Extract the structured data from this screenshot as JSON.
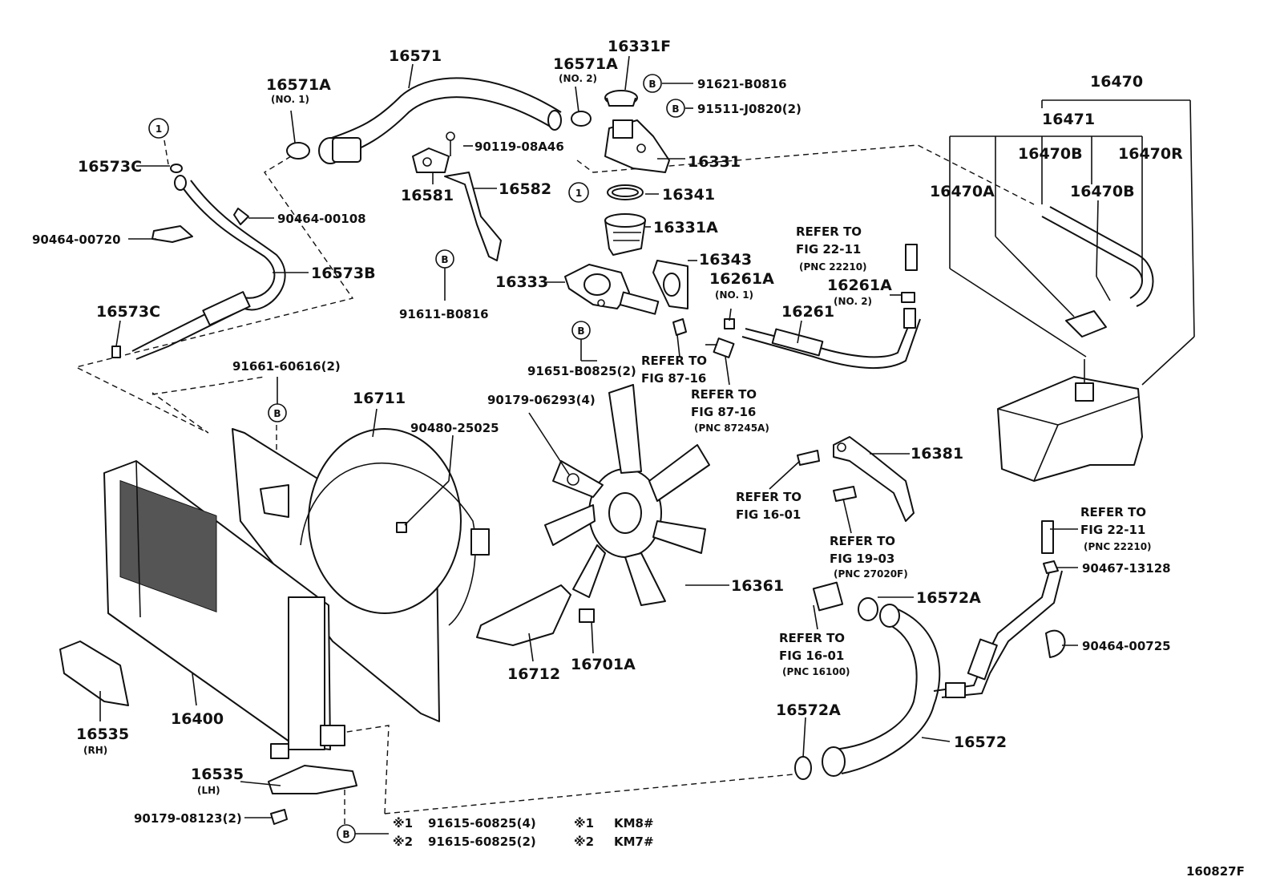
{
  "figure_code": "160827F",
  "labels": {
    "p16571": "16571",
    "p16571A_1": "16571A",
    "p16571A_1_sub": "(NO. 1)",
    "p16571A_2": "16571A",
    "p16571A_2_sub": "(NO. 2)",
    "p16331F": "16331F",
    "p91621": "91621-B0816",
    "p91511": "91511-J0820(2)",
    "p16470": "16470",
    "p16471": "16471",
    "p16470B_a": "16470B",
    "p16470R": "16470R",
    "p16470A": "16470A",
    "p16470B_b": "16470B",
    "p16573C_top": "16573C",
    "p90119": "90119-08A46",
    "p16331": "16331",
    "p16341": "16341",
    "p16582": "16582",
    "p16581": "16581",
    "p90464_00108": "90464-00108",
    "p90464_00720": "90464-00720",
    "p16331A": "16331A",
    "p16573B": "16573B",
    "p16343": "16343",
    "p16333": "16333",
    "p16261A_1": "16261A",
    "p16261A_1_sub": "(NO. 1)",
    "p16261A_2": "16261A",
    "p16261A_2_sub": "(NO. 2)",
    "p91611": "91611-B0816",
    "p16573C_bot": "16573C",
    "p16261": "16261",
    "p91651": "91651-B0825(2)",
    "p91661": "91661-60616(2)",
    "p16711": "16711",
    "p90179_06293": "90179-06293(4)",
    "p90480": "90480-25025",
    "p16381": "16381",
    "p16361": "16361",
    "p16572A_top": "16572A",
    "p90467": "90467-13128",
    "p90464_00725": "90464-00725",
    "p16712": "16712",
    "p16701A": "16701A",
    "p16400": "16400",
    "p16535_rh": "16535",
    "p16535_rh_sub": "(RH)",
    "p16535_lh": "16535",
    "p16535_lh_sub": "(LH)",
    "p90179_08123": "90179-08123(2)",
    "p16572A_bot": "16572A",
    "p16572": "16572"
  },
  "refs": {
    "r_22_11_top": [
      "REFER TO",
      "FIG 22-11",
      "(PNC 22210)"
    ],
    "r_87_16_a": [
      "REFER TO",
      "FIG 87-16"
    ],
    "r_87_16_b": [
      "REFER TO",
      "FIG 87-16",
      "(PNC 87245A)"
    ],
    "r_16_01_a": [
      "REFER TO",
      "FIG 16-01"
    ],
    "r_19_03": [
      "REFER TO",
      "FIG 19-03",
      "(PNC 27020F)"
    ],
    "r_22_11_bot": [
      "REFER TO",
      "FIG 22-11",
      "(PNC 22210)"
    ],
    "r_16_01_b": [
      "REFER TO",
      "FIG 16-01",
      "(PNC 16100)"
    ]
  },
  "callouts": {
    "one": "1",
    "b": "B"
  },
  "legend": {
    "row1_mark": "※1",
    "row1_part": "91615-60825(4)",
    "row1_model_mark": "※1",
    "row1_model": "KM8#",
    "row2_mark": "※2",
    "row2_part": "91615-60825(2)",
    "row2_model_mark": "※2",
    "row2_model": "KM7#"
  }
}
